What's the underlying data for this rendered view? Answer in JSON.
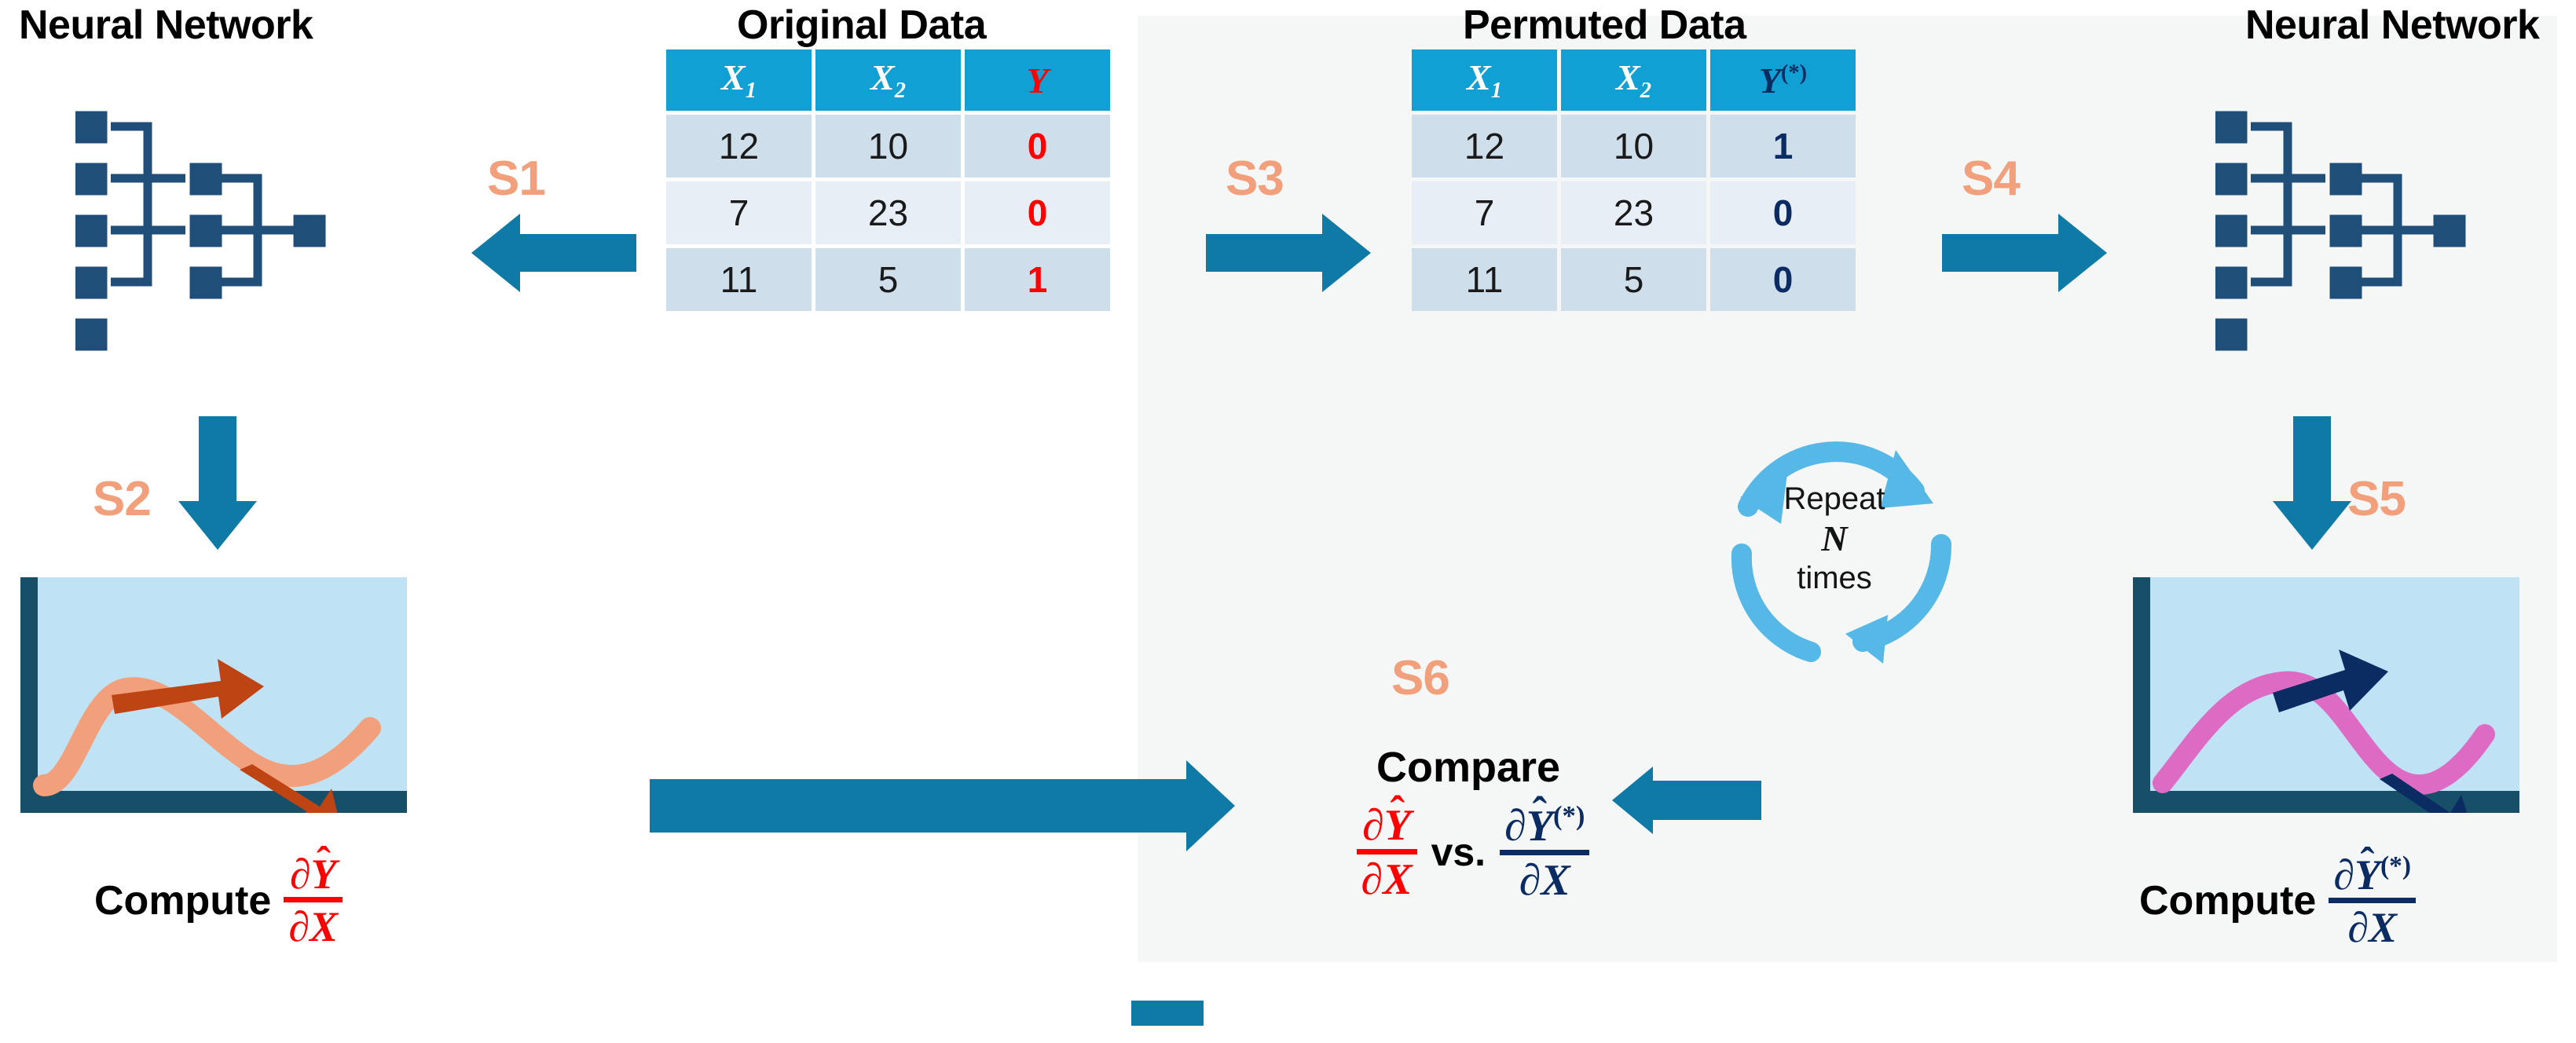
{
  "panels": {
    "gray_panel_color": "#f5f6f6",
    "background": "#ffffff"
  },
  "colors": {
    "teal_arrow": "#0e7aa5",
    "table_header": "#11a0d3",
    "row_odd": "#cfdeeb",
    "row_even": "#e8eef5",
    "step_label": "#f2a07b",
    "red": "#fe0000",
    "navy": "#0b2c63",
    "nn_square": "#1f4e79",
    "plot_bg": "#bfe2f5",
    "plot_axis": "#174f68",
    "curve_left": "#f2a07b",
    "arrow_left": "#bf4414",
    "curve_right": "#dd6bc3",
    "arrow_right": "#0b2c63",
    "repeat_cycle": "#56b8e6"
  },
  "headings": {
    "nn_left": "Neural Network",
    "original_data": "Original Data",
    "permuted_data": "Permuted Data",
    "nn_right": "Neural Network"
  },
  "steps": {
    "s1": "S1",
    "s2": "S2",
    "s3": "S3",
    "s4": "S4",
    "s5": "S5",
    "s6": "S6"
  },
  "original_table": {
    "headers": [
      "X",
      "X",
      "Y"
    ],
    "header_subs": [
      "1",
      "2",
      ""
    ],
    "rows": [
      {
        "x1": "12",
        "x2": "10",
        "y": "0"
      },
      {
        "x1": "7",
        "x2": "23",
        "y": "0"
      },
      {
        "x1": "11",
        "x2": "5",
        "y": "1"
      }
    ]
  },
  "permuted_table": {
    "headers": [
      "X",
      "X",
      "Y"
    ],
    "header_subs": [
      "1",
      "2",
      ""
    ],
    "header_sup_y": "(*)",
    "rows": [
      {
        "x1": "12",
        "x2": "10",
        "y": "1"
      },
      {
        "x1": "7",
        "x2": "23",
        "y": "0"
      },
      {
        "x1": "11",
        "x2": "5",
        "y": "0"
      }
    ]
  },
  "repeat": {
    "line1": "Repeat",
    "line2": "N",
    "line3": "times"
  },
  "compare": {
    "title": "Compare",
    "vs": "vs.",
    "left_num_partial": "∂",
    "left_num_var": "Y",
    "left_den": "∂X",
    "right_num_partial": "∂",
    "right_num_var": "Y",
    "right_num_sup": "(*)",
    "right_den": "∂X",
    "hat": "̂"
  },
  "compute_left": {
    "label": "Compute",
    "num_partial": "∂",
    "num_var": "Y",
    "den": "∂X"
  },
  "compute_right": {
    "label": "Compute",
    "num_partial": "∂",
    "num_var": "Y",
    "num_sup": "(*)",
    "den": "∂X"
  },
  "icons": {
    "neural_network": "neural-network-icon",
    "refresh_cycle": "refresh-cycle-icon",
    "arrow_left": "arrow-left-icon",
    "arrow_right": "arrow-right-icon",
    "arrow_down": "arrow-down-icon",
    "plot": "derivative-plot-icon"
  }
}
